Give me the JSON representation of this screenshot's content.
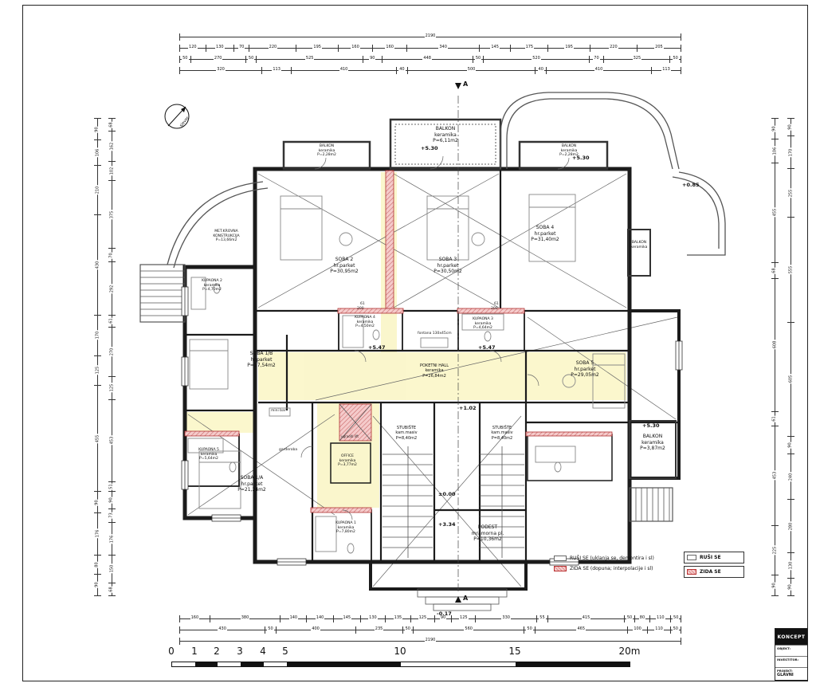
{
  "drawing": {
    "north_label": "sjever",
    "section_letter": "A"
  },
  "rooms": [
    {
      "name": "SOBA 2",
      "material": "hr.parket",
      "area": "P=30,95m2"
    },
    {
      "name": "SOBA 3",
      "material": "hr.parket",
      "area": "P=30,50m2"
    },
    {
      "name": "SOBA 4",
      "material": "hr.parket",
      "area": "P=31,40m2"
    },
    {
      "name": "SOBA 1/B",
      "material": "hr.parket",
      "area": "P=17,54m2"
    },
    {
      "name": "SOBA 1/A",
      "material": "hr.parket",
      "area": "P=21,24m2"
    },
    {
      "name": "SOBA 5",
      "material": "hr.parket",
      "area": "P=29,05m2"
    },
    {
      "name": "BALKON",
      "material": "keramika",
      "area": "P=6,11m2"
    },
    {
      "name": "BALKON",
      "material": "keramika",
      "area": "P=2,28m2"
    },
    {
      "name": "BALKON",
      "material": "keramika",
      "area": "P=2,28m2"
    },
    {
      "name": "BALKON",
      "material": "keramika",
      "area": "P=3,87m2"
    },
    {
      "name": "KUPAONA 2",
      "material": "keramika",
      "area": "P=4,70m2"
    },
    {
      "name": "KUPAONA 4",
      "material": "keramika",
      "area": "P=4,50m2"
    },
    {
      "name": "KUPAONA 3",
      "material": "keramika",
      "area": "P=4,64m2"
    },
    {
      "name": "KUPAONA 5",
      "material": "keramika",
      "area": "P=5,64m2"
    },
    {
      "name": "KUPAONA 1",
      "material": "keramika",
      "area": "P=7,80m2"
    },
    {
      "name": "OFFICE",
      "material": "keramika",
      "area": "P=3,77m2"
    },
    {
      "name": "STUBIŠTE",
      "material": "kam.masiv",
      "area": "P=8,40m2"
    },
    {
      "name": "STUBIŠTE",
      "material": "kam.masiv",
      "area": "P=8,40m2"
    },
    {
      "name": "PODEST",
      "material": "mramorna pl.",
      "area": "P=10,36m2"
    },
    {
      "name": "POKETNI HALL",
      "material": "keramika",
      "area": "P=26,84m2"
    },
    {
      "name": "MET.KROVNA",
      "material": "KONSTRUKCIJA",
      "area": "P=13,66m2"
    },
    {
      "name": "BALKON",
      "material": "keramika",
      "area": ""
    }
  ],
  "elevations": {
    "top_balcony": "+5.30",
    "right_balcony": "+5.30",
    "balcony_lower": "+5.30",
    "terrace": "+0.85",
    "hall_left": "+5.47",
    "hall_right": "+5.47",
    "stair_upper": "+1.02",
    "ground": "±0.00",
    "podest_mid": "+3.34",
    "entry": "-0.17"
  },
  "annotations": {
    "fountain": "fontana 130x45cm",
    "mini_bar": "mini bar",
    "wardrobe": "garderoba",
    "lift": "ugraditi lift",
    "door_w": "61",
    "door_h": "200"
  },
  "dims": {
    "top_total": [
      "2190"
    ],
    "top_a": [
      "120",
      "130",
      "70",
      "220",
      "195",
      "160",
      "160",
      "340",
      "145",
      "175",
      "195",
      "220",
      "205"
    ],
    "top_b": [
      "50",
      "270",
      "50",
      "525",
      "90",
      "448",
      "50",
      "520",
      "70",
      "325",
      "50"
    ],
    "top_c": [
      "320",
      "113",
      "410",
      "40",
      "500",
      "40",
      "410",
      "113"
    ],
    "bottom_a": [
      "160",
      "380",
      "140",
      "140",
      "145",
      "130",
      "135",
      "125",
      "90",
      "125",
      "330",
      "55",
      "415",
      "50",
      "80",
      "110",
      "50"
    ],
    "bottom_b": [
      "430",
      "50",
      "400",
      "235",
      "50",
      "560",
      "50",
      "465",
      "100",
      "110",
      "50"
    ],
    "bottom_total": [
      "2190"
    ],
    "left_outer": [
      "90",
      "106",
      "210",
      "430",
      "170",
      "125",
      "455",
      "90",
      "176",
      "80",
      "90"
    ],
    "left_inner": [
      "68",
      "162",
      "102",
      "375",
      "70",
      "292",
      "61",
      "270",
      "125",
      "453",
      "51",
      "90",
      "73",
      "176",
      "150",
      "68"
    ],
    "right_inner": [
      "90",
      "106",
      "455",
      "68",
      "608",
      "61",
      "453",
      "225",
      "90"
    ],
    "right_outer": [
      "90",
      "170",
      "255",
      "555",
      "605",
      "90",
      "240",
      "280",
      "130",
      "90"
    ]
  },
  "legend": {
    "items": [
      {
        "label": "RUŠI SE (uklanja se, demontira i sl)"
      },
      {
        "label": "ZIDA SE (dopuna; interpolacije i sl)"
      }
    ],
    "side": [
      {
        "label": "RUŠI SE"
      },
      {
        "label": "ZIDA SE"
      }
    ]
  },
  "scalebar": {
    "ticks": [
      "0",
      "1",
      "2",
      "3",
      "4",
      "5",
      "10",
      "15",
      "20m"
    ]
  },
  "titleblock": {
    "brand": "KONCEPT",
    "rows": [
      {
        "label": "OBJEKT:",
        "value": ""
      },
      {
        "label": "INVESTITOR:",
        "value": ""
      },
      {
        "label": "PROJEKT:",
        "value": "GLAVNI"
      }
    ]
  }
}
